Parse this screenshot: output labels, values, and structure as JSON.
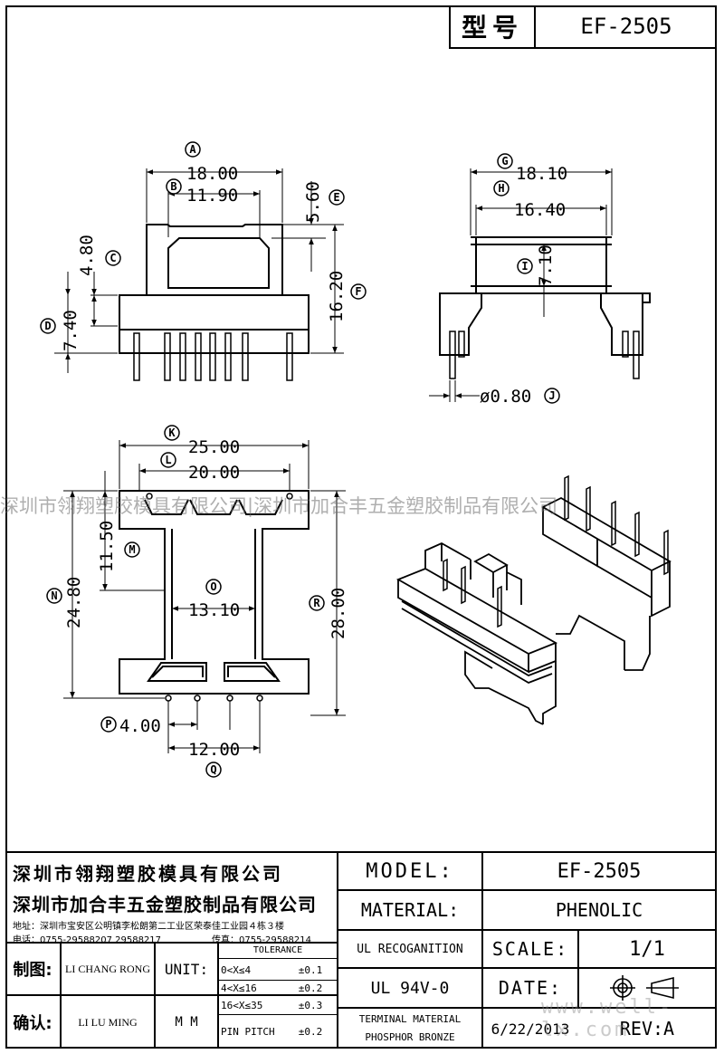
{
  "header": {
    "label": "型号",
    "model": "EF-2505"
  },
  "watermark": {
    "text": "深圳市翎翔塑胶模具有限公司|深圳市加合丰五金塑胶制品有限公司",
    "site": "www.well-lx.com"
  },
  "drawing": {
    "top_view": {
      "A": "18.00",
      "B": "11.90",
      "C": "4.80",
      "D": "7.40",
      "E": "5.60",
      "F": "16.20"
    },
    "side_view": {
      "G": "18.10",
      "H": "16.40",
      "I": "7.10",
      "J": "ø0.80"
    },
    "bottom_view": {
      "K": "25.00",
      "L": "20.00",
      "M": "11.50",
      "N": "24.80",
      "O": "13.10",
      "R": "28.00",
      "P": "4.00",
      "Q": "12.00"
    },
    "letters": [
      "A",
      "B",
      "C",
      "D",
      "E",
      "F",
      "G",
      "H",
      "I",
      "J",
      "K",
      "L",
      "M",
      "N",
      "O",
      "R",
      "P",
      "Q"
    ]
  },
  "title_block": {
    "company1": "深圳市翎翔塑胶模具有限公司",
    "company2": "深圳市加合丰五金塑胶制品有限公司",
    "address": "地址：深圳市宝安区公明镇李松朗第二工业区荣泰佳工业园４栋３楼",
    "phone": "电话：0755-29588207  29588217",
    "fax": "传真：0755-29588214",
    "model_label": "MODEL:",
    "model_value": "EF-2505",
    "material_label": "MATERIAL:",
    "material_value": "PHENOLIC",
    "ul_label": "UL RECOGANITION",
    "ul_value": "UL 94V-0",
    "scale_label": "SCALE:",
    "scale_value": "1/1",
    "date_label": "DATE:",
    "date_value": "6/22/2013",
    "rev_label": "REV:A",
    "terminal_label": "TERMINAL MATERIAL",
    "terminal_value": "PHOSPHOR  BRONZE",
    "drawn_label": "制图:",
    "drawn_name": "LI CHANG RONG",
    "check_label": "确认:",
    "check_name": "LI LU MING",
    "unit_label": "UNIT:",
    "unit_value": "M M",
    "tolerance_title": "TOLERANCE",
    "tolerance_rows": [
      {
        "range": "0<X≤4",
        "value": "±0.1"
      },
      {
        "range": "4<X≤16",
        "value": "±0.2"
      },
      {
        "range": "16<X≤35",
        "value": "±0.3"
      },
      {
        "range": "PIN PITCH",
        "value": "±0.2"
      }
    ]
  }
}
